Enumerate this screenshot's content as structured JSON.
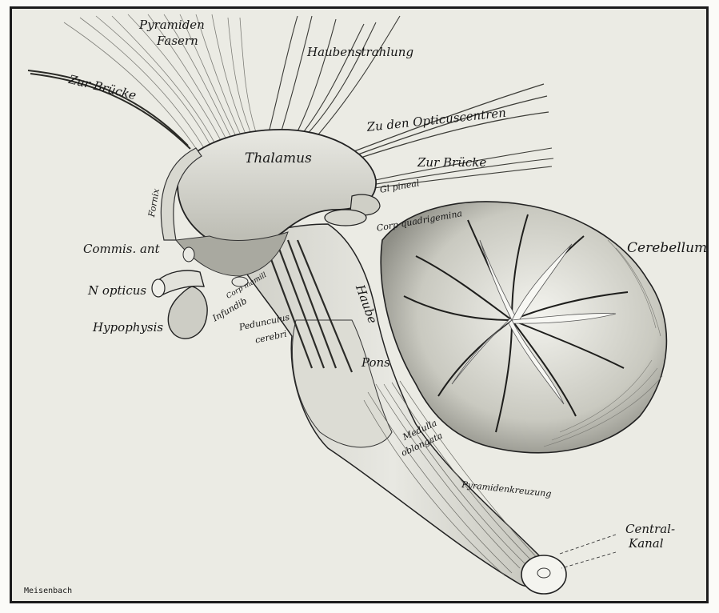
{
  "labels": {
    "pyramiden_fasern_1": "Pyramiden",
    "pyramiden_fasern_2": "Fasern",
    "haubenstrahlung": "Haubenstrahlung",
    "zur_bruecke_left": "Zur Brücke",
    "zu_den_opticuscentren": "Zu den Opticuscentren",
    "thalamus": "Thalamus",
    "zur_bruecke_right": "Zur Brücke",
    "gl_pineal": "Gl pineal",
    "corp_quadrigemina": "Corp quadrigemina",
    "fornix": "Fornix",
    "cerebellum": "Cerebellum",
    "commis_ant": "Commis. ant",
    "n_opticus": "N opticus",
    "corp_mamill": "Corp mamill",
    "infundib": "Infundib",
    "pedunculus_cerebri_1": "Pedunculus",
    "pedunculus_cerebri_2": "cerebri",
    "haube": "Haube",
    "hypophysis": "Hypophysis",
    "pons": "Pons",
    "medulla_1": "Medulla",
    "medulla_2": "oblongata",
    "pyramidenkreuzung": "Pyramidenkreuzung",
    "central_kanal_1": "Central-",
    "central_kanal_2": "Kanal",
    "signature": "Meisenbach"
  }
}
